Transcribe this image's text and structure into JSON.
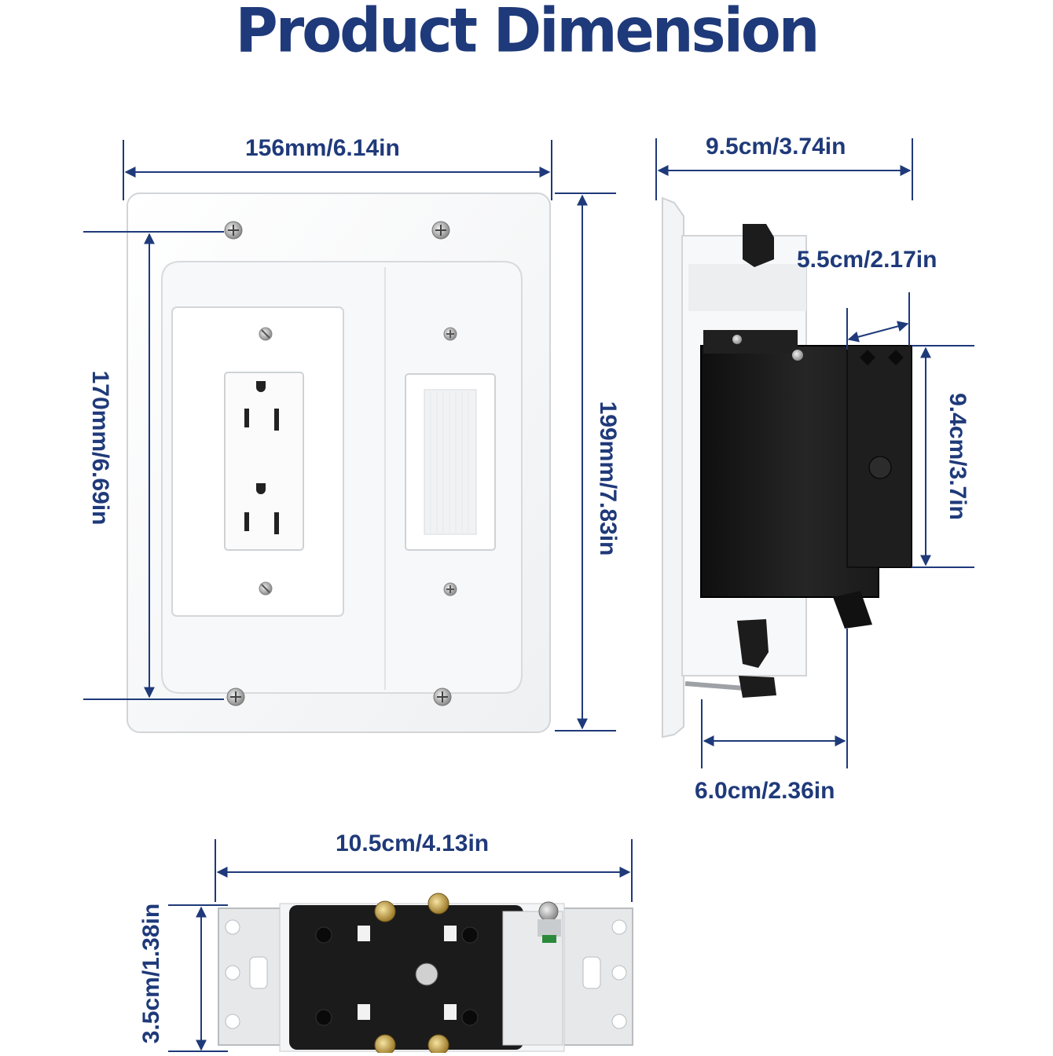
{
  "title": "Product Dimension",
  "colors": {
    "title": "#1f3a7a",
    "line": "#1f3a7a",
    "plate": "#ffffff",
    "box": "#1c1c1c"
  },
  "front_view": {
    "width_label": "156mm/6.14in",
    "inner_height_label": "170mm/6.69in",
    "outer_height_label": "199mm/7.83in"
  },
  "side_view": {
    "depth_label": "9.5cm/3.74in",
    "offset_label": "5.5cm/2.17in",
    "box_height_label": "9.4cm/3.7in",
    "box_depth_label": "6.0cm/2.36in"
  },
  "receptacle_view": {
    "length_label": "10.5cm/4.13in",
    "width_label": "3.5cm/1.38in"
  }
}
